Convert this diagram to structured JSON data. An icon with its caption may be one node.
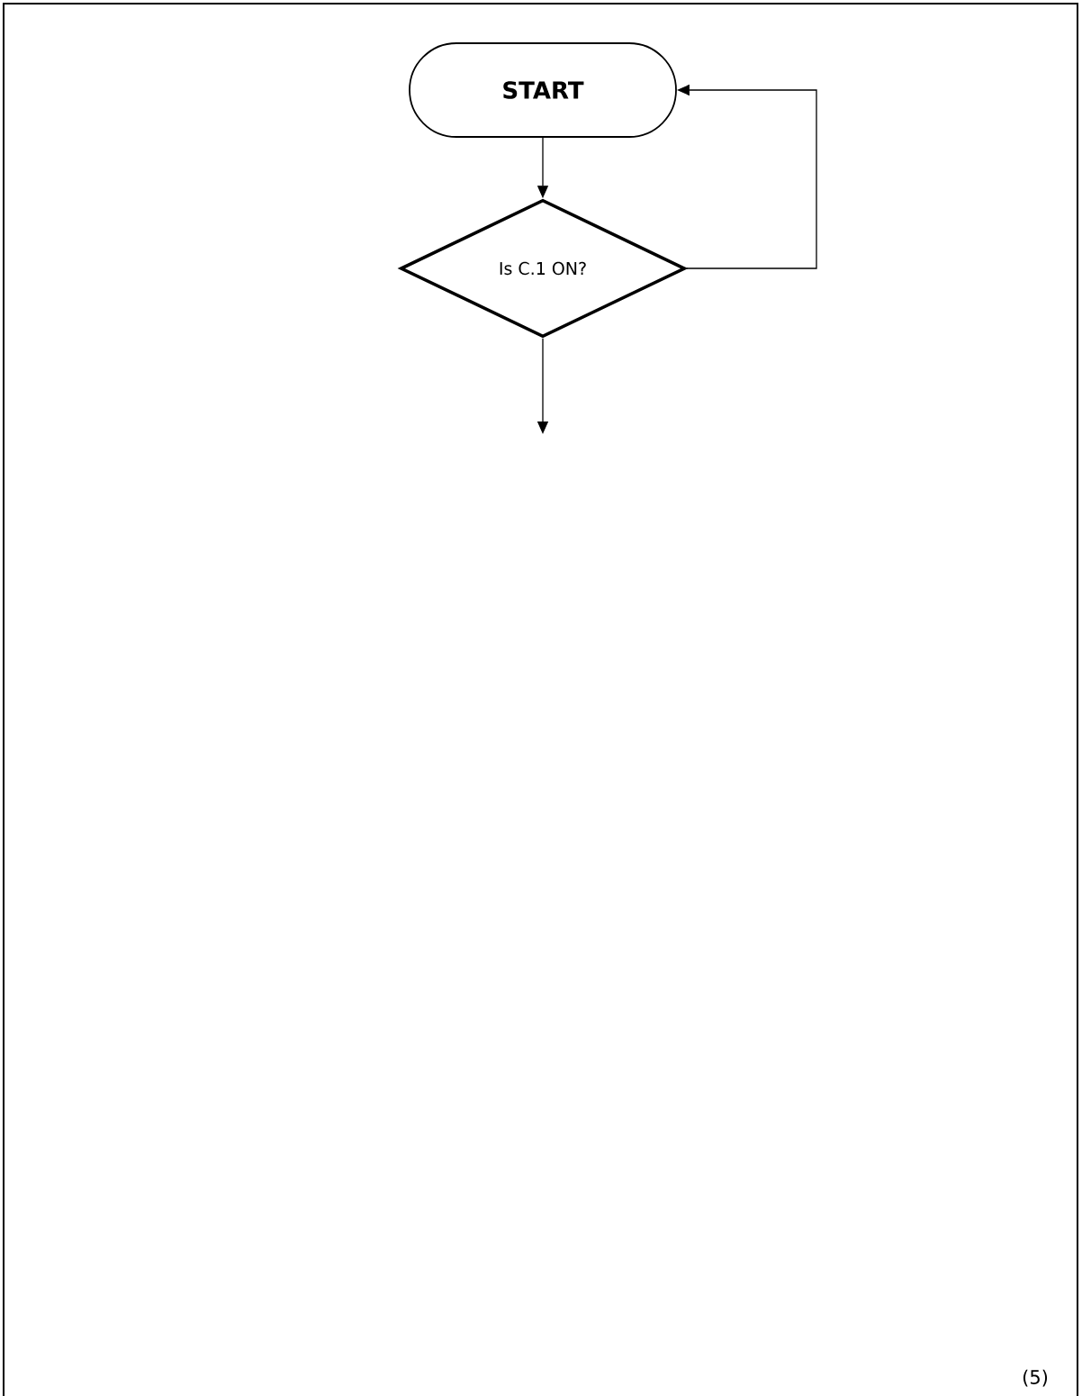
{
  "diagram": {
    "nodes": [
      {
        "text": [
          "START"
        ]
      },
      {
        "text": [
          "Is C.1 ON?"
        ]
      }
    ],
    "edges": [
      {
        "from": 0,
        "to": 1,
        "arrow": "to"
      },
      {
        "from": 1,
        "to": 0,
        "arrow": "to"
      },
      {
        "from": 1,
        "to": null,
        "arrow": "to"
      }
    ],
    "labels": [
      "(5)"
    ]
  }
}
